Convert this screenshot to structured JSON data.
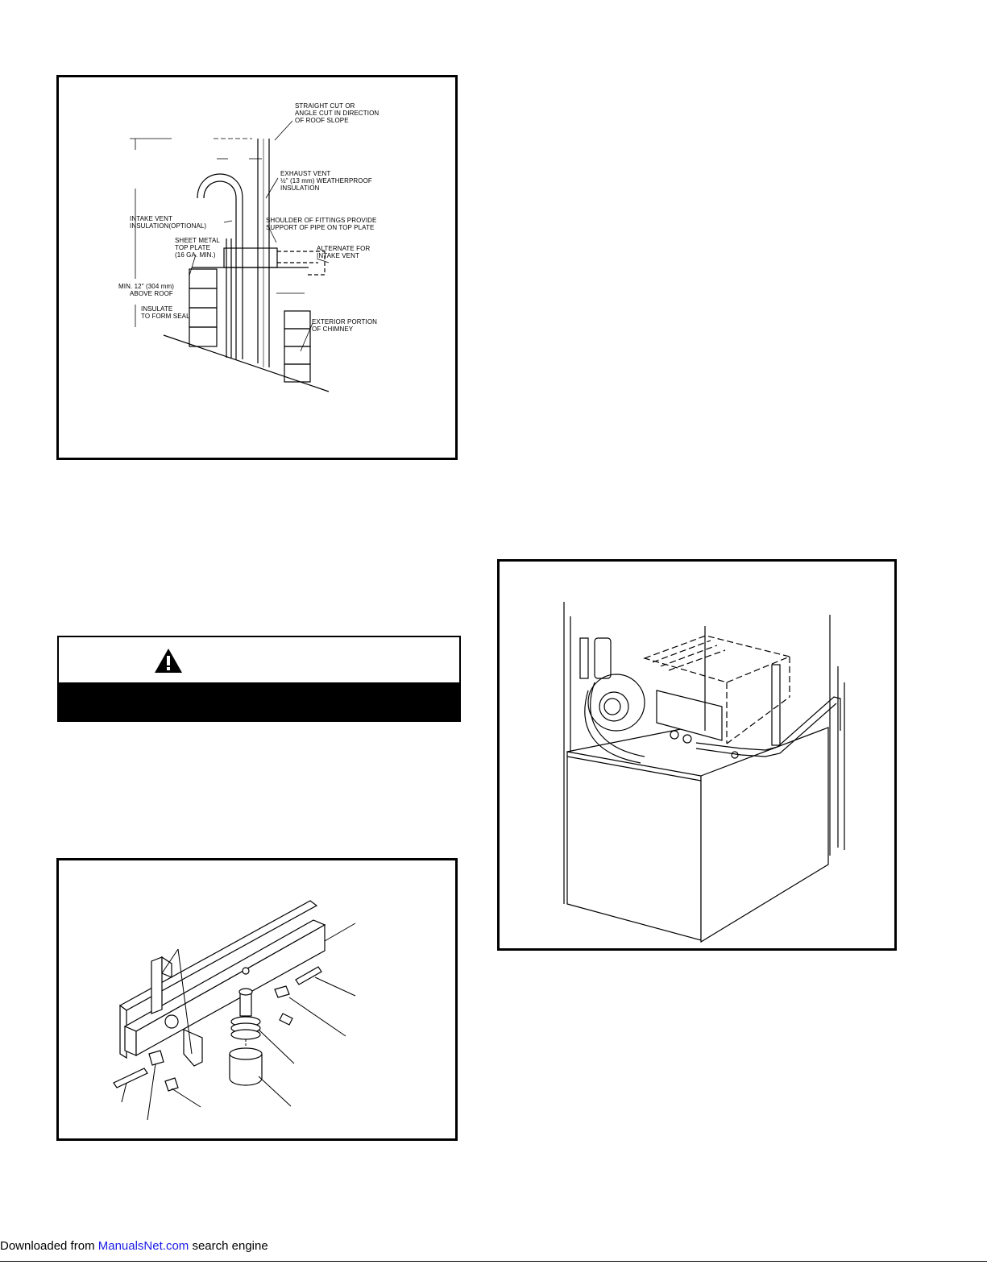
{
  "figure_chimney": {
    "labels": {
      "straight_cut_1": "STRAIGHT CUT OR",
      "straight_cut_2": "ANGLE CUT IN DIRECTION",
      "straight_cut_3": "OF ROOF SLOPE",
      "exhaust_1": "EXHAUST VENT",
      "exhaust_2": "½\" (13 mm) WEATHERPROOF",
      "exhaust_3": "INSULATION",
      "intake_1": "INTAKE VENT",
      "intake_2": "INSULATION(OPTIONAL)",
      "shoulder_1": "SHOULDER OF FITTINGS PROVIDE",
      "shoulder_2": "SUPPORT OF PIPE ON TOP PLATE",
      "sheet_1": "SHEET METAL",
      "sheet_2": "TOP PLATE",
      "sheet_3": "(16 GA. MIN.)",
      "alternate_1": "ALTERNATE FOR",
      "alternate_2": "INTAKE VENT",
      "min_1": "MIN. 12\" (304 mm)",
      "min_2": "ABOVE ROOF",
      "insulate_1": "INSULATE",
      "insulate_2": "TO FORM SEAL",
      "exterior_1": "EXTERIOR PORTION",
      "exterior_2": "OF CHIMNEY"
    }
  },
  "warning_box": {
    "icon": "warning-triangle-icon"
  },
  "footer": {
    "prefix": "Downloaded from ",
    "link": "ManualsNet.com",
    "suffix": " search engine"
  }
}
